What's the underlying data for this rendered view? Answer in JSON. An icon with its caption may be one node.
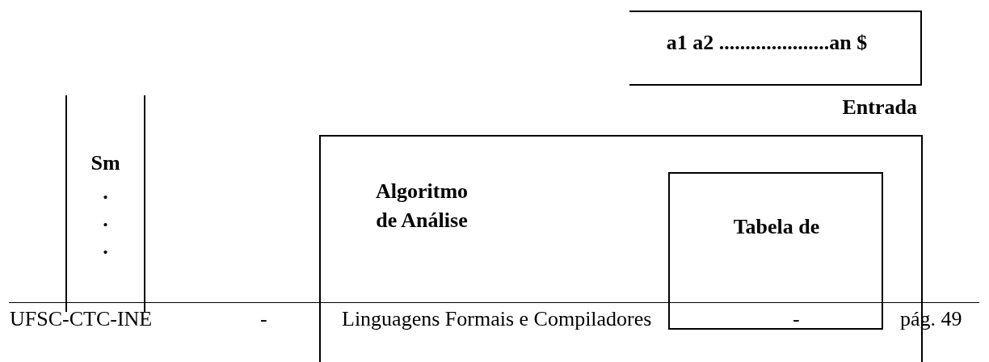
{
  "diagram": {
    "nodes": [
      {
        "text": [
          "a1 a2 .....................an $"
        ],
        "beside": [
          "Entrada"
        ]
      },
      {
        "text": [
          "Sm",
          ".",
          ".",
          "."
        ]
      },
      {
        "text": [
          "Algoritmo de Análise"
        ]
      },
      {
        "text": [
          "Tabela de"
        ],
        "in": 2
      }
    ],
    "edges": [],
    "labels": [
      "UFSC-CTC-INE",
      "-",
      "Linguagens Formais e Compiladores",
      "-",
      "pág. 49"
    ]
  }
}
